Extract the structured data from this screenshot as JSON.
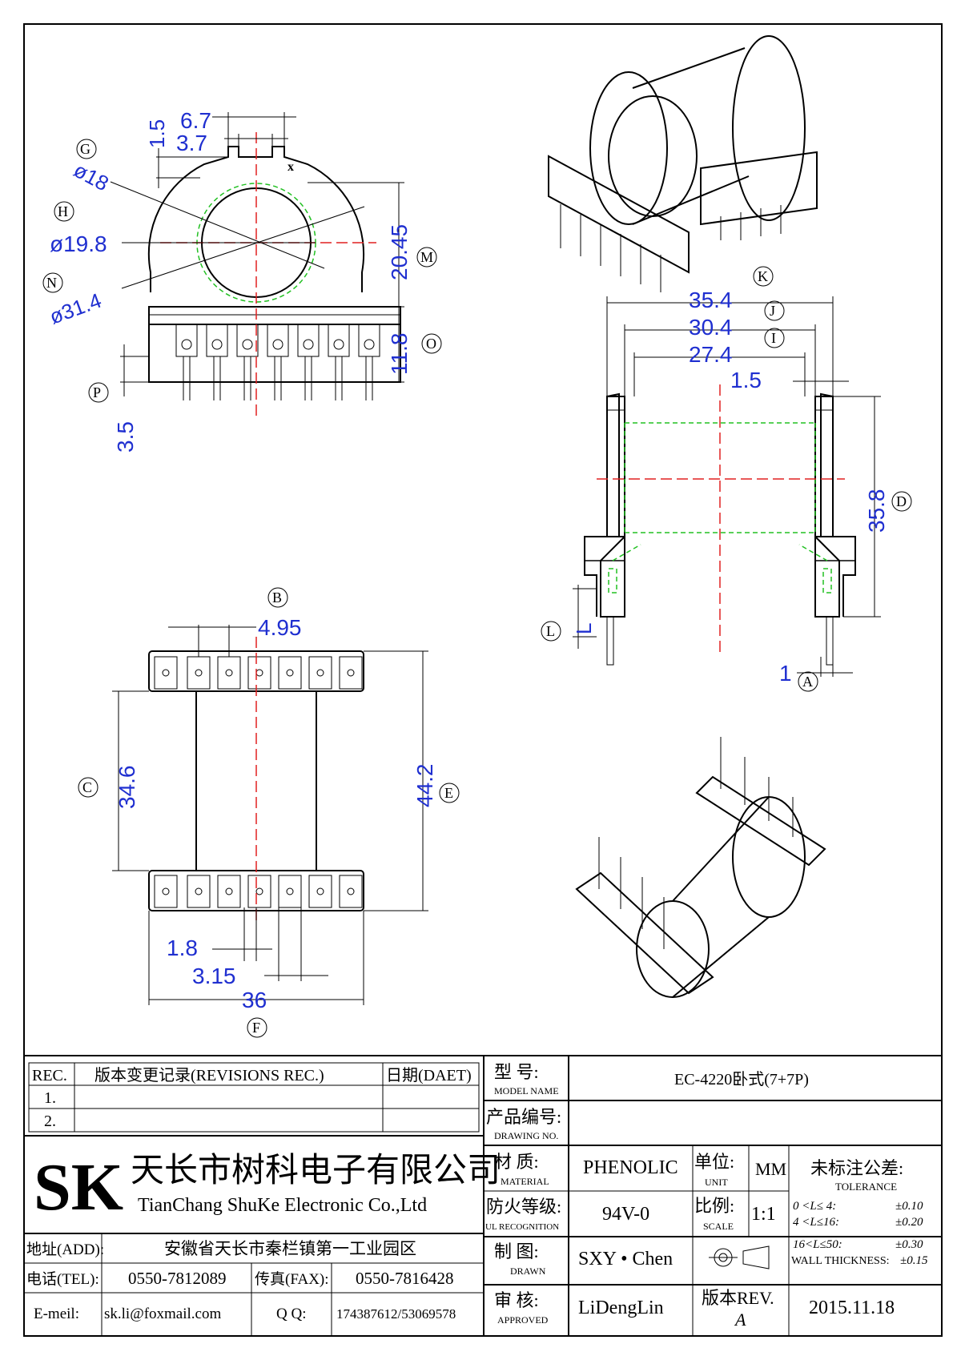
{
  "drawing": {
    "top_view_dims": {
      "dim_6_7": "6.7",
      "dim_3_7": "3.7",
      "dim_1_5": "1.5",
      "dim_d18": "ø18",
      "dim_d19_8": "ø19.8",
      "dim_d31_4": "ø31.4",
      "dim_20_45": "20.45",
      "dim_11_8": "11.8",
      "dim_3_5": "3.5",
      "slot_mark": "x"
    },
    "side_view_dims": {
      "dim_35_4": "35.4",
      "dim_30_4": "30.4",
      "dim_27_4": "27.4",
      "dim_1_5b": "1.5",
      "dim_35_8": "35.8",
      "dim_L": "L",
      "dim_1": "1"
    },
    "bottom_view_dims": {
      "dim_4_95": "4.95",
      "dim_34_6": "34.6",
      "dim_44_2": "44.2",
      "dim_1_8": "1.8",
      "dim_3_15": "3.15",
      "dim_36": "36"
    },
    "callouts": {
      "G": "G",
      "H": "H",
      "N": "N",
      "M": "M",
      "O": "O",
      "P": "P",
      "K": "K",
      "J": "J",
      "I": "I",
      "D": "D",
      "L": "L",
      "A": "A",
      "B": "B",
      "C": "C",
      "E": "E",
      "F": "F"
    }
  },
  "title_block": {
    "rev_header": "REC.",
    "rev_desc_header": "版本变更记录(REVISIONS REC.)",
    "rev_date_header": "日期(DAET)",
    "rev_rows": [
      "1.",
      "2."
    ],
    "company_cn": "天长市树科电子有限公司",
    "company_en": "TianChang ShuKe Electronic Co.,Ltd",
    "logo_text": "SK",
    "address_label": "地址(ADD):",
    "address_value": "安徽省天长市秦栏镇第一工业园区",
    "tel_label": "电话(TEL):",
    "tel_value": "0550-7812089",
    "fax_label": "传真(FAX):",
    "fax_value": "0550-7816428",
    "email_label": "E-meil:",
    "email_value": "sk.li@foxmail.com",
    "qq_label": "Q  Q:",
    "qq_value": "174387612/53069578",
    "model_label_cn": "型   号:",
    "model_label_en": "MODEL NAME",
    "model_value": "EC-4220卧式(7+7P)",
    "drawing_no_label_cn": "产品编号:",
    "drawing_no_label_en": "DRAWING NO.",
    "material_label_cn": "材   质:",
    "material_label_en": "MATERIAL",
    "material_value": "PHENOLIC",
    "unit_label_cn": "单位:",
    "unit_label_en": "UNIT",
    "unit_value": "MM",
    "fire_label_cn": "防火等级:",
    "fire_label_en": "UL RECOGNITION",
    "fire_value": "94V-0",
    "scale_label_cn": "比例:",
    "scale_label_en": "SCALE",
    "scale_value": "1:1",
    "tolerance_title_cn": "未标注公差:",
    "tolerance_title_en": "TOLERANCE",
    "tolerance_rows": [
      {
        "range": "0  <L≤ 4:",
        "value": "±0.10"
      },
      {
        "range": "4  <L≤16:",
        "value": "±0.20"
      },
      {
        "range": "16<L≤50:",
        "value": "±0.30"
      },
      {
        "range": "WALL THICKNESS:",
        "value": "±0.15"
      }
    ],
    "drawn_label_cn": "制   图:",
    "drawn_label_en": "DRAWN",
    "drawn_value": "SXY • Chen",
    "approved_label_cn": "审   核:",
    "approved_label_en": "APPROVED",
    "approved_value": "LiDengLin",
    "rev_label": "版本REV.",
    "rev_value": "A",
    "date_value": "2015.11.18"
  }
}
